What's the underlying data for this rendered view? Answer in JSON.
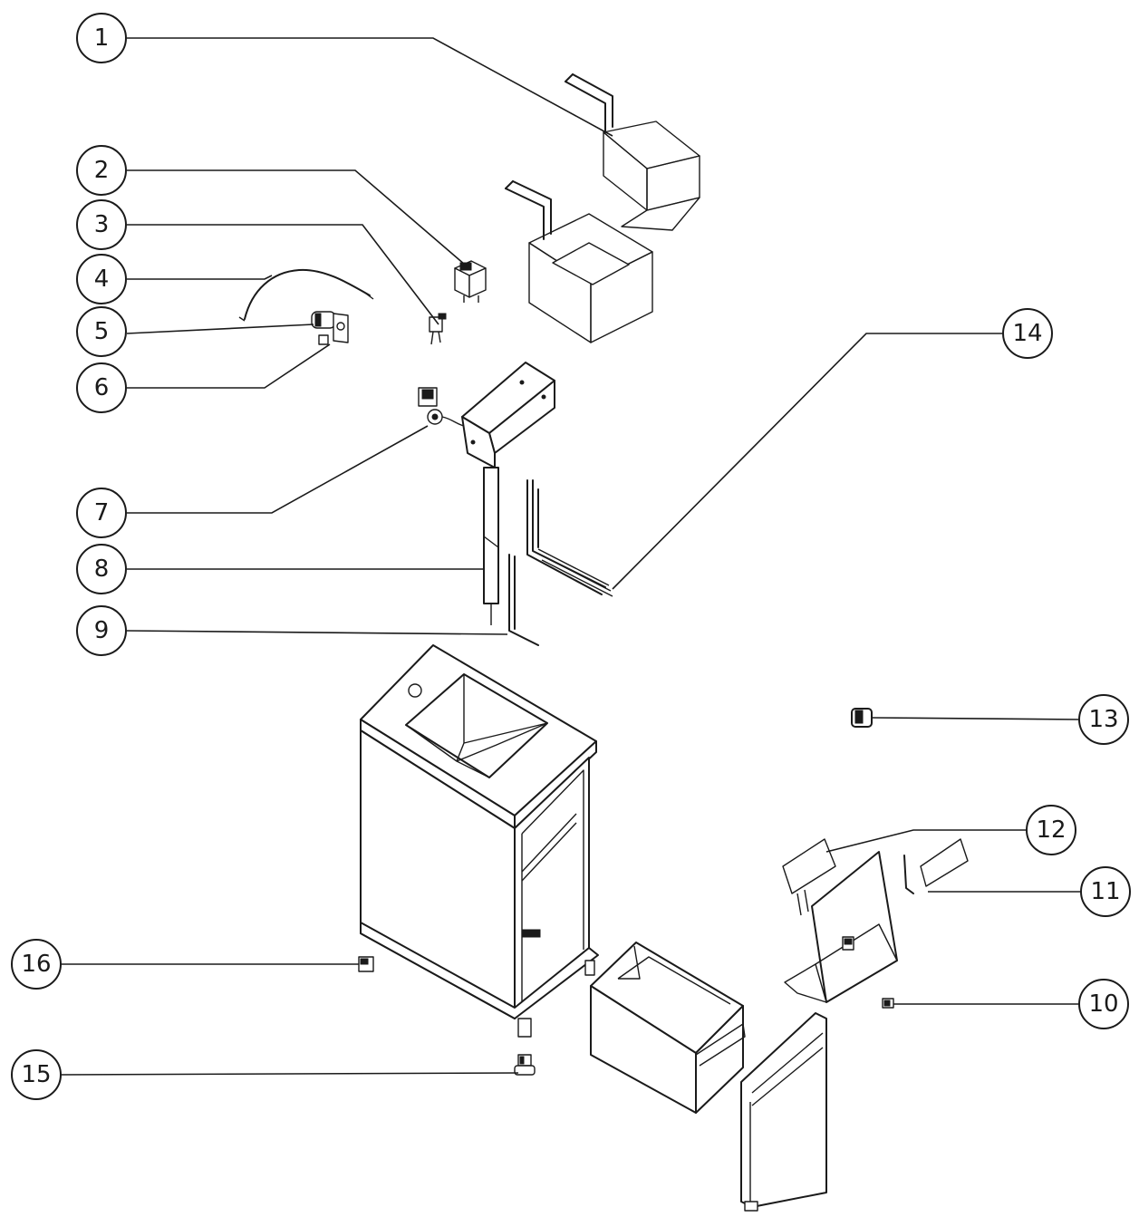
{
  "callouts": [
    {
      "num": "1"
    },
    {
      "num": "2"
    },
    {
      "num": "3"
    },
    {
      "num": "4"
    },
    {
      "num": "5"
    },
    {
      "num": "6"
    },
    {
      "num": "7"
    },
    {
      "num": "8"
    },
    {
      "num": "9"
    },
    {
      "num": "10"
    },
    {
      "num": "11"
    },
    {
      "num": "12"
    },
    {
      "num": "13"
    },
    {
      "num": "14"
    },
    {
      "num": "15"
    },
    {
      "num": "16"
    }
  ],
  "colors": {
    "ink": "#1a1a1a",
    "paper": "#ffffff"
  }
}
